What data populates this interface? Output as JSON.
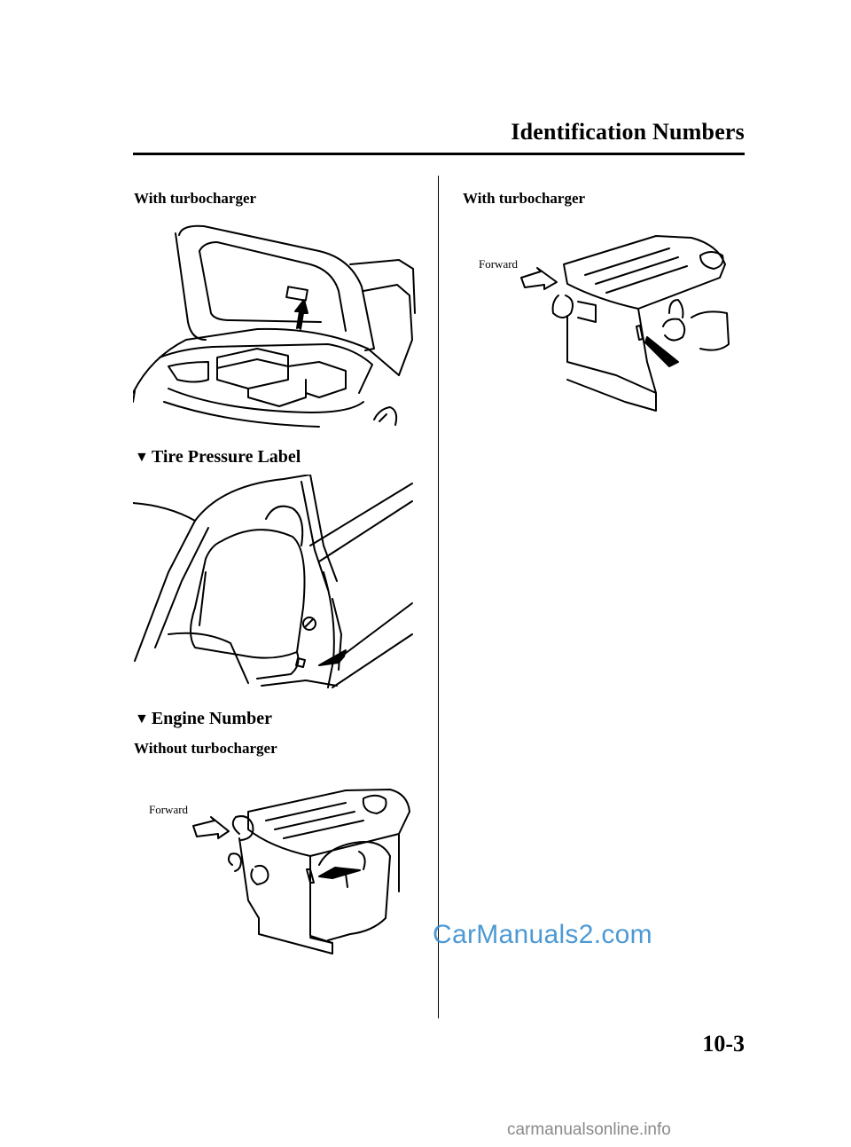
{
  "header": {
    "title": "Identification Numbers"
  },
  "left_column": {
    "caption_top": "With turbocharger",
    "section_tire": "Tire Pressure Label",
    "section_engine": "Engine Number",
    "caption_without": "Without turbocharger",
    "forward_label": "Forward"
  },
  "right_column": {
    "caption_with": "With turbocharger",
    "forward_label": "Forward"
  },
  "watermark": {
    "text": "CarManuals2.com"
  },
  "footer": {
    "page_number": "10-3",
    "url": "carmanualsonline.info"
  },
  "icons": {
    "section_marker": "triangle-down-icon"
  }
}
